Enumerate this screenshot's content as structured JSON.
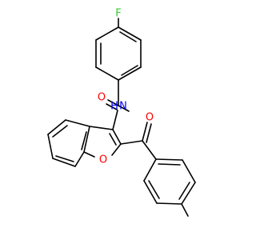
{
  "molecule": {
    "atoms": {
      "fluorine": "F",
      "carbonyl_oxygen_amide": "O",
      "amide_nitrogen": "N",
      "amide_hydrogen": "H",
      "carbonyl_oxygen_ketone": "O",
      "furan_oxygen": "O"
    },
    "colors": {
      "bond": "#000000",
      "fluorine": "#33cc33",
      "oxygen": "#ff0000",
      "nitrogen": "#0000ff"
    }
  }
}
